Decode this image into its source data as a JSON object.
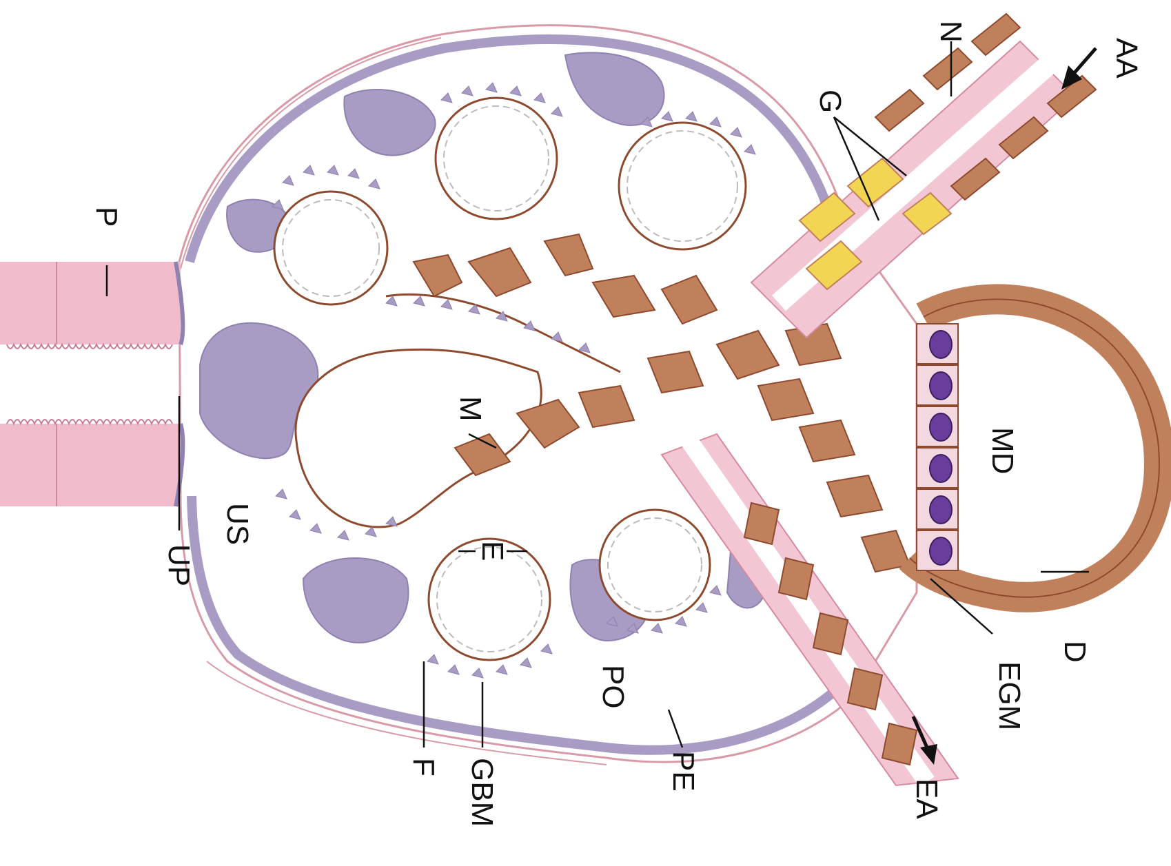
{
  "labels": {
    "aa": "AA",
    "n": "N",
    "g": "G",
    "p": "P",
    "md": "MD",
    "m": "M",
    "us": "US",
    "up": "UP",
    "e": "E",
    "d": "D",
    "egm": "EGM",
    "po": "PO",
    "f": "F",
    "gbm": "GBM",
    "pe": "PE",
    "ea": "EA"
  },
  "colors": {
    "podocyte": "#a89bc4",
    "podocyte_dark": "#8f81b0",
    "mesangium": "#c0805c",
    "mesangium_dark": "#8e4a2e",
    "endothelium": "#f3c6d4",
    "tubule": "#f0bccb",
    "granule": "#f2d552",
    "nucleus": "#6a3c9c",
    "capsule_line": "#d89aa6"
  }
}
